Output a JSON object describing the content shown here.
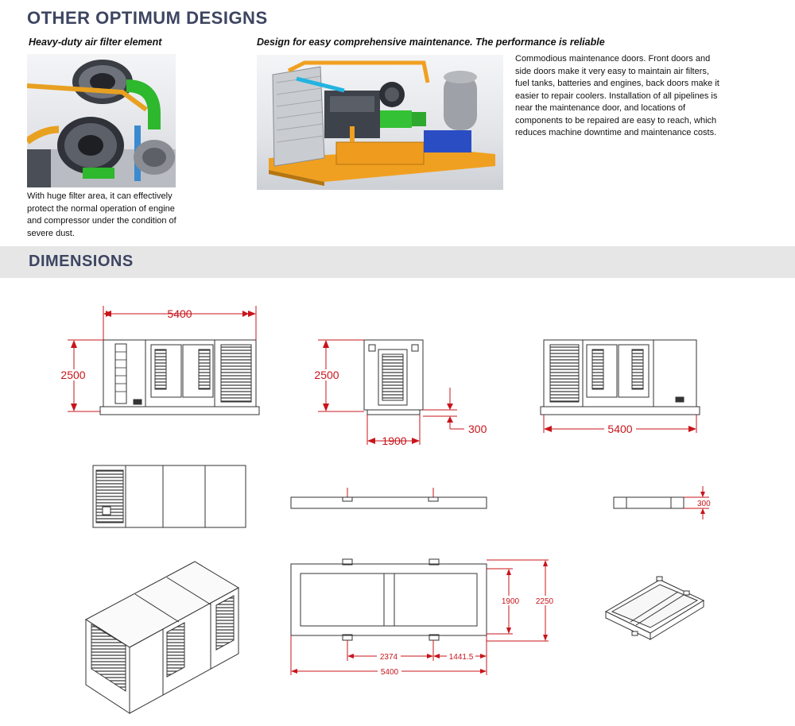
{
  "sections": {
    "designs_title": "OTHER OPTIMUM DESIGNS",
    "dimensions_title": "DIMENSIONS"
  },
  "filter": {
    "subtitle": "Heavy-duty air filter element",
    "description_lines": [
      "With huge filter area, it can effectively",
      "protect the normal operation of engine",
      "and compressor under the condition of",
      "severe dust."
    ]
  },
  "maintenance": {
    "subtitle": "Design for easy comprehensive maintenance. The performance is reliable",
    "description_lines": [
      "Commodious maintenance doors. Front doors and",
      "side doors make it very easy to maintain air filters,",
      "fuel tanks, batteries and engines, back doors make it",
      "easier to repair coolers. Installation of all pipelines is",
      "near the maintenance door, and locations of",
      "components to be repaired are easy to reach, which",
      "reduces machine downtime and maintenance costs."
    ]
  },
  "dimensions": {
    "front_width": "5400",
    "front_height": "2500",
    "side_height": "2500",
    "side_width": "1900",
    "side_base": "300",
    "rear_width": "5400",
    "base_side_height": "300",
    "base_top_inner_width": "1900",
    "base_top_outer_width": "2250",
    "base_top_spacing_a": "2374",
    "base_top_spacing_b": "1441.5",
    "base_top_length": "5400"
  },
  "colors": {
    "heading": "#3d4561",
    "dimension_red": "#c8151b",
    "band": "#e6e6e7"
  }
}
